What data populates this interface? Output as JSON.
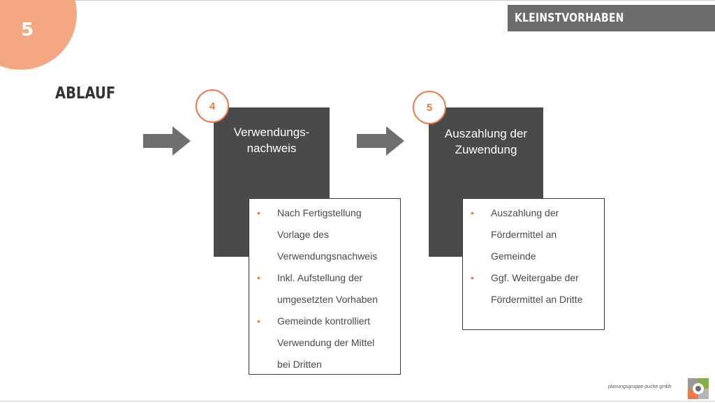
{
  "slide": {
    "number": "5"
  },
  "header": {
    "title": "KLEINSTVORHABEN"
  },
  "section": {
    "title": "ABLAUF"
  },
  "steps": [
    {
      "badge": "4",
      "title_lines": [
        "Verwendungs-",
        "nachweis"
      ],
      "bullets": [
        [
          "Nach Fertigstellung",
          "Vorlage des",
          "Verwendungsnachweis"
        ],
        [
          "Inkl. Aufstellung der",
          "umgesetzten Vorhaben"
        ],
        [
          "Gemeinde kontrolliert",
          "Verwendung der Mittel",
          "bei Dritten"
        ]
      ]
    },
    {
      "badge": "5",
      "title_lines": [
        "Auszahlung der",
        "Zuwendung"
      ],
      "bullets": [
        [
          "Auszahlung der",
          "Fördermittel an",
          "Gemeinde"
        ],
        [
          "Ggf. Weitergabe der",
          "Fördermittel an Dritte"
        ]
      ]
    }
  ],
  "footer": {
    "company": "planungsgruppe puche gmbh"
  },
  "colors": {
    "accent": "#ee7a4c",
    "slide_circle": "#f4a882",
    "box": "#4a4a4c",
    "header_bar": "#6b6b6b"
  },
  "icons": {
    "bullet": "•",
    "arrow": "arrow-right-icon",
    "logo": "company-logo-icon"
  }
}
